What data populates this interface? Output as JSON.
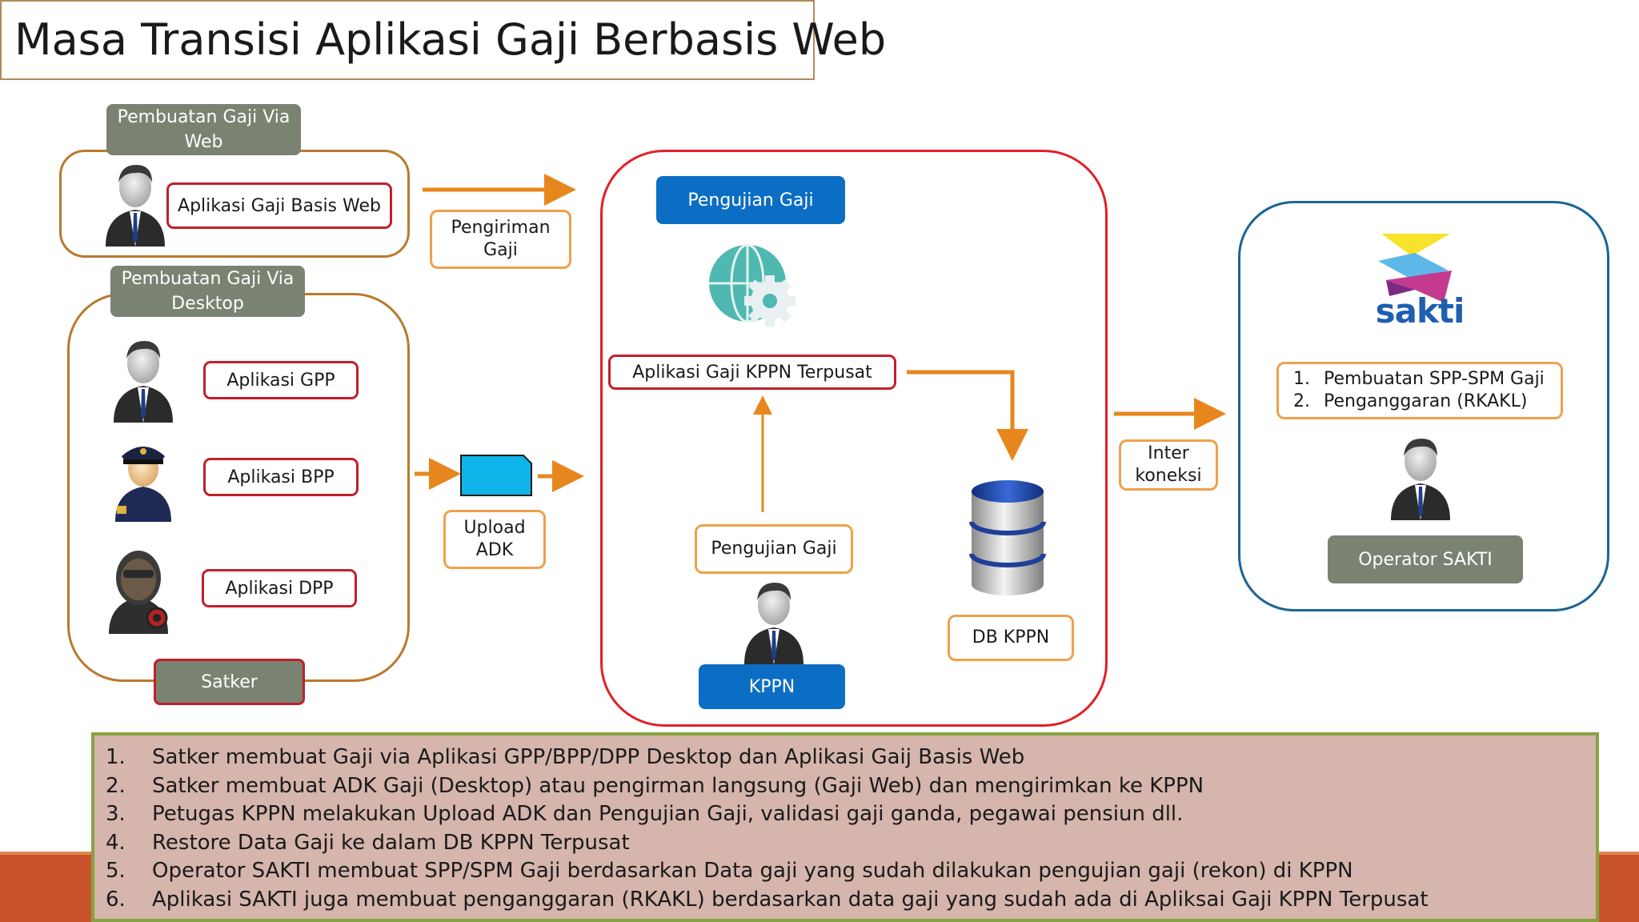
{
  "title": "Masa Transisi Aplikasi Gaji Berbasis Web",
  "web_group": {
    "label": "Pembuatan Gaji Via\nWeb",
    "app": "Aplikasi Gaji Basis Web"
  },
  "desktop_group": {
    "label": "Pembuatan Gaji Via\nDesktop",
    "apps": [
      "Aplikasi GPP",
      "Aplikasi BPP",
      "Aplikasi DPP"
    ],
    "footer": "Satker"
  },
  "flow_labels": {
    "pengiriman": "Pengiriman\nGaji",
    "upload": "Upload\nADK",
    "interkoneksi": "Inter\nkoneksi"
  },
  "kppn_group": {
    "top_button": "Pengujian Gaji",
    "central_app": "Aplikasi Gaji KPPN Terpusat",
    "testing": "Pengujian Gaji",
    "db": "DB KPPN",
    "bottom_button": "KPPN"
  },
  "sakti_group": {
    "logo_text": "sakti",
    "items": [
      {
        "num": "1.",
        "text": "Pembuatan SPP-SPM Gaji"
      },
      {
        "num": "2.",
        "text": "Penganggaran (RKAKL)"
      }
    ],
    "operator": "Operator SAKTI"
  },
  "notes": [
    {
      "num": "1.",
      "text": "Satker membuat Gaji via Aplikasi GPP/BPP/DPP Desktop dan Aplikasi Gaij Basis Web"
    },
    {
      "num": "2.",
      "text": "Satker membuat ADK Gaji (Desktop) atau pengirman langsung (Gaji Web) dan mengirimkan ke KPPN"
    },
    {
      "num": "3.",
      "text": "Petugas KPPN melakukan Upload ADK dan Pengujian Gaji, validasi gaji ganda, pegawai pensiun dll."
    },
    {
      "num": "4.",
      "text": "Restore Data Gaji ke dalam DB KPPN Terpusat"
    },
    {
      "num": "5.",
      "text": "Operator SAKTI membuat SPP/SPM Gaji berdasarkan Data gaji yang sudah dilakukan pengujian gaji (rekon) di KPPN"
    },
    {
      "num": "6.",
      "text": "Aplikasi SAKTI juga membuat penganggaran (RKAKL) berdasarkan data gaji yang sudah ada di Apliksai Gaji KPPN Terpusat"
    }
  ],
  "colors": {
    "arrow": "#e8861e",
    "tag_green": "#7a8371",
    "red_border": "#e21f26",
    "blue_button": "#0b6ec4",
    "sakti_border": "#1b6496",
    "notes_bg": "#d5b5ac"
  }
}
